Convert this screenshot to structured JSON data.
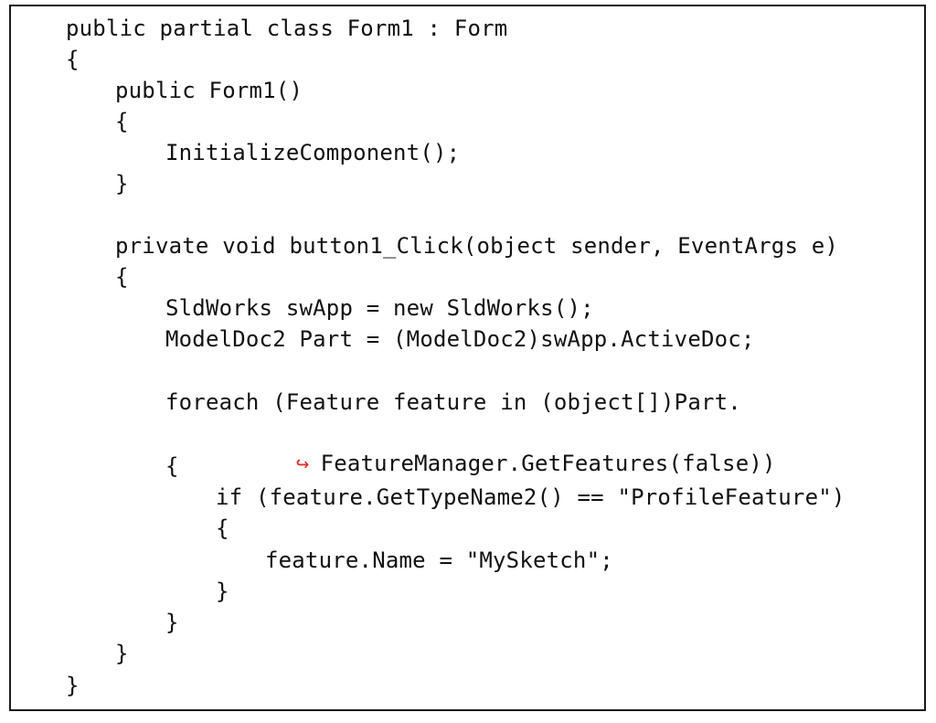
{
  "code": {
    "lines": [
      "public partial class Form1 : Form",
      "{",
      "public Form1()",
      "{",
      "InitializeComponent();",
      "}",
      "",
      "private void button1_Click(object sender, EventArgs e)",
      "{",
      "SldWorks swApp = new SldWorks();",
      "ModelDoc2 Part = (ModelDoc2)swApp.ActiveDoc;",
      "",
      "foreach (Feature feature in (object[])Part.",
      "FeatureManager.GetFeatures(false))",
      "{",
      "if (feature.GetTypeName2() == \"ProfileFeature\")",
      "{",
      "feature.Name = \"MySketch\";",
      "}",
      "}",
      "}",
      "}"
    ],
    "continuation_marker": "↪",
    "continuation_color": "#e0322b"
  }
}
